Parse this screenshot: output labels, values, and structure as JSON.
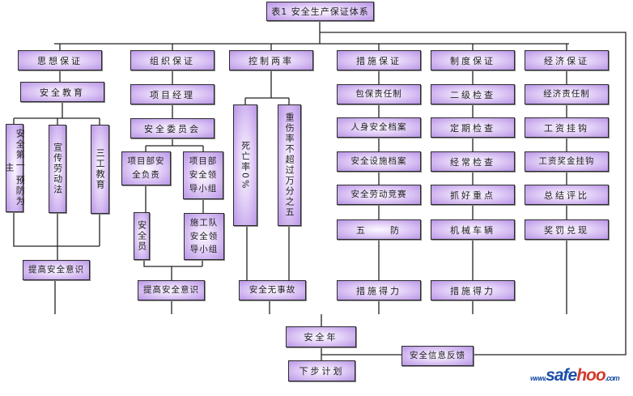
{
  "title": "表1 安全生产保证体系",
  "top": [
    "思想保证",
    "组织保证",
    "控制两率",
    "措施保证",
    "制度保证",
    "经济保证"
  ],
  "thought": {
    "edu": "安全教育",
    "items": [
      "安全第一 预防为主",
      "宣传劳动法",
      "三工教育"
    ],
    "result": "提高安全意识"
  },
  "org": {
    "manager": "项目经理",
    "committee": "安全委员会",
    "dept": "项目部安全负责",
    "dept_group": "项目部安全领导小组",
    "officer": "安全员",
    "team_group": "施工队安全领导小组",
    "result": "提高安全意识"
  },
  "rate": {
    "death": "死亡率0%",
    "injury": "重伤率不超过万分之五",
    "result": "安全无事故"
  },
  "measures": {
    "items": [
      "包保责任制",
      "人身安全档案",
      "安全设施档案",
      "安全劳动竞赛",
      "五　　防"
    ],
    "result": "措施得力"
  },
  "system": {
    "items": [
      "二级检查",
      "定期检查",
      "经常检查",
      "抓好重点",
      "机械车辆"
    ],
    "result": "措施得力"
  },
  "economy": {
    "items": [
      "经济责任制",
      "工资挂钩",
      "工资奖金挂钩",
      "总结评比",
      "奖罚兑现"
    ]
  },
  "year": "安全年",
  "next": "下步计划",
  "feedback": "安全信息反馈",
  "logo": {
    "pre": "www.",
    "safe": "safe",
    "hoo": "hoo",
    ".com": ".com"
  }
}
